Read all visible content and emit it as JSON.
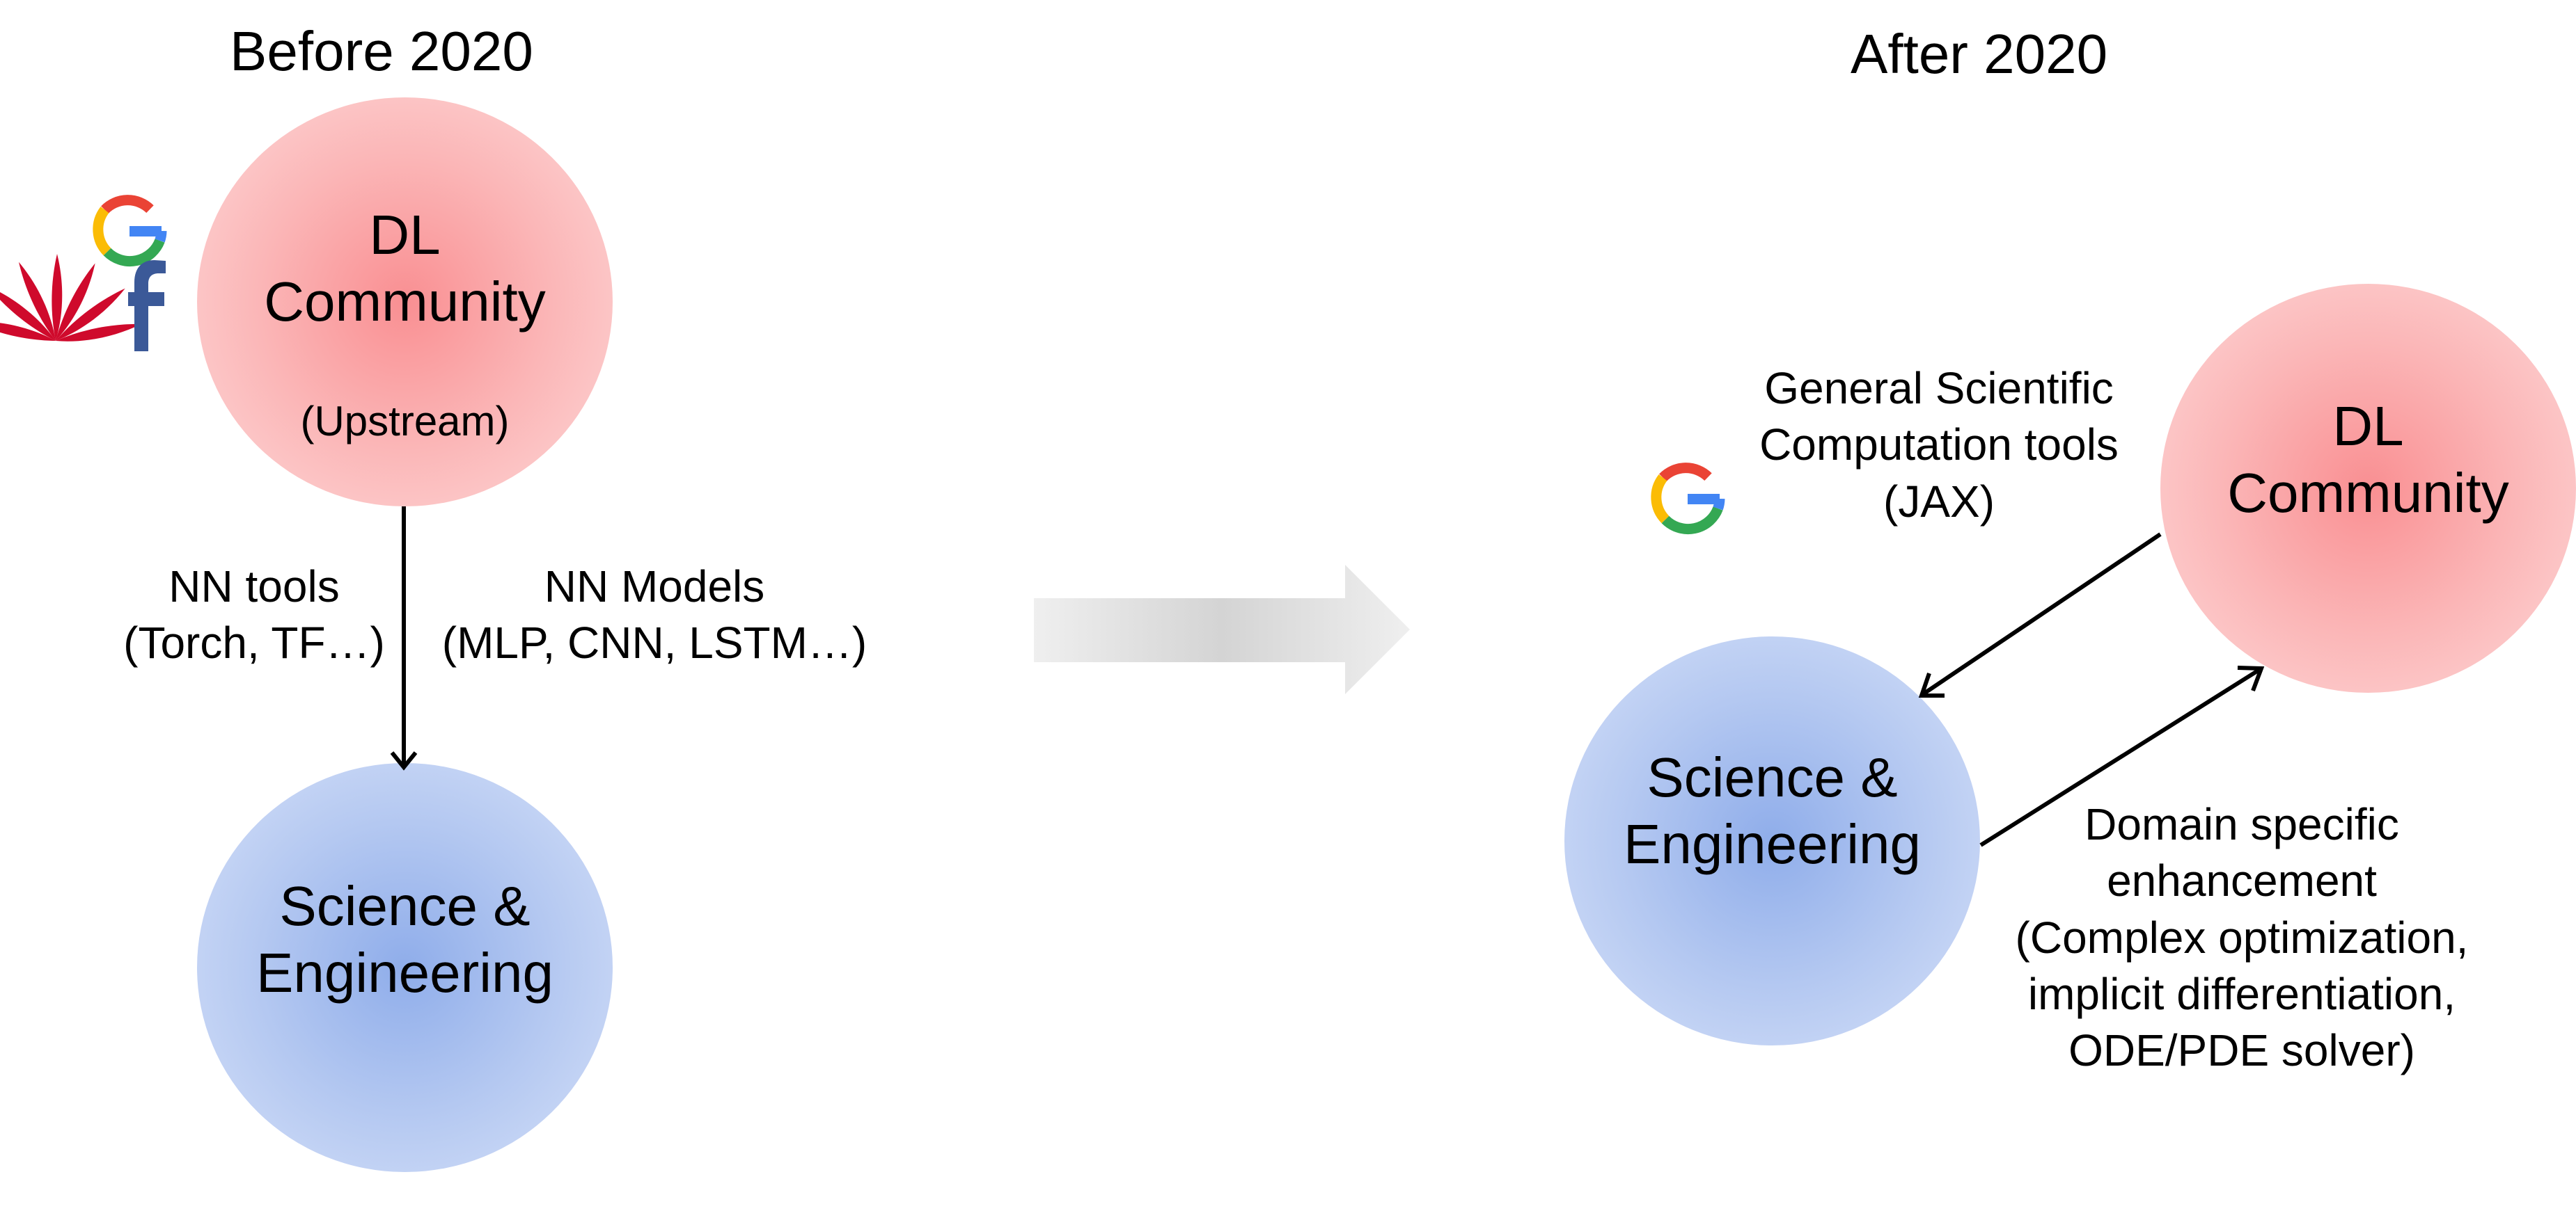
{
  "left": {
    "heading": "Before 2020",
    "dl_circle": {
      "line1": "DL",
      "line2": "Community",
      "sub": "(Upstream)"
    },
    "se_circle": {
      "line1": "Science &",
      "line2": "Engineering"
    },
    "tools_label": {
      "line1": "NN tools",
      "line2": "(Torch, TF…)"
    },
    "models_label": {
      "line1": "NN Models",
      "line2": "(MLP, CNN, LSTM…)"
    },
    "logos": [
      "google-logo",
      "huawei-logo",
      "facebook-logo"
    ]
  },
  "right": {
    "heading": "After 2020",
    "dl_circle": {
      "line1": "DL",
      "line2": "Community"
    },
    "se_circle": {
      "line1": "Science &",
      "line2": "Engineering"
    },
    "tools_label": {
      "line1": "General Scientific",
      "line2": "Computation tools",
      "line3": "(JAX)"
    },
    "enhancement_label": {
      "line1": "Domain specific",
      "line2": "enhancement",
      "line3": "(Complex optimization,",
      "line4": "implicit differentiation,",
      "line5": "ODE/PDE solver)"
    },
    "logos": [
      "google-logo"
    ]
  },
  "colors": {
    "dl_circle": "#f98f92",
    "se_circle": "#8fadea",
    "transition_arrow": "#d9d9d9",
    "facebook": "#3b5998",
    "huawei": "#cf0a2c"
  }
}
